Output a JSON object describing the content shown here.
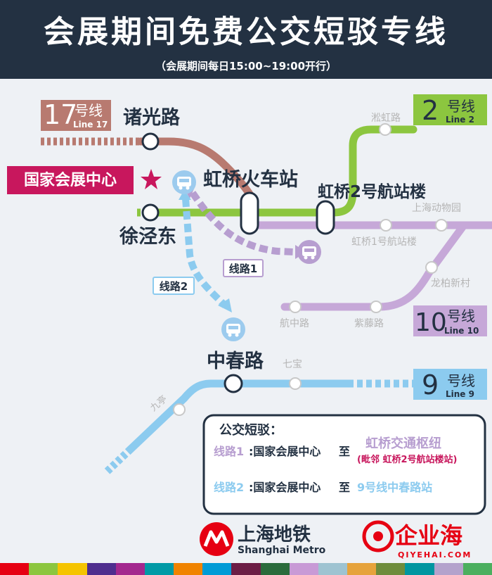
{
  "header": {
    "title": "会展期间免费公交短驳专线",
    "subtitle": "（会展期间每日15:00~19:00开行）"
  },
  "lines": {
    "line17": {
      "num": "17",
      "hao": "号线",
      "en": "Line 17",
      "color": "#b87a70"
    },
    "line2": {
      "num": "2",
      "hao": "号线",
      "en": "Line 2",
      "color": "#8cc63f"
    },
    "line10": {
      "num": "10",
      "hao": "号线",
      "en": "Line 10",
      "color": "#c6a8d8"
    },
    "line9": {
      "num": "9",
      "hao": "号线",
      "en": "Line 9",
      "color": "#8ccbef"
    }
  },
  "stations": {
    "zhuguanglu": "诸光路",
    "hongqiao_rail": "虹桥火车站",
    "hongqiao_t2": "虹桥2号航站楼",
    "xujingdong": "徐泾东",
    "songhonglu": "淞虹路",
    "zoo": "上海动物园",
    "hongqiao_t1": "虹桥1号航站楼",
    "longbai": "龙柏新村",
    "hangzhonglu": "航中路",
    "zitenglu": "紫藤路",
    "zhongchunlu": "中春路",
    "qibao": "七宝",
    "jiuting": "九亭"
  },
  "expo_center": "国家会展中心",
  "routes": {
    "route1_tag": "线路1",
    "route2_tag": "线路2"
  },
  "legend": {
    "title": "公交短驳：",
    "r1_name": "线路1",
    "r1_from": ":国家会展中心",
    "r1_to_word": "至",
    "r1_dest": "虹桥交通枢纽",
    "r1_note": "(毗邻 虹桥2号航站楼站)",
    "r2_name": "线路2",
    "r2_from": ":国家会展中心",
    "r2_to_word": "至",
    "r2_dest": "9号线中春路站"
  },
  "footer": {
    "metro_cn": "上海地铁",
    "metro_en": "Shanghai Metro",
    "brand_cn": "企业海",
    "brand_url": "QIYEHAI.COM"
  },
  "colors": {
    "header_bg": "#233142",
    "expo_pink": "#c8175d",
    "route1": "#b79ed0",
    "route2": "#8ccbef",
    "legend_border": "#233142",
    "metro_red": "#e60012",
    "brand_red": "#e60012"
  },
  "stripe_colors": [
    "#e60012",
    "#8cc63f",
    "#f5c400",
    "#4f2e8e",
    "#a3288e",
    "#009aa6",
    "#f08300",
    "#009bd6",
    "#6c1d45",
    "#2a6b3c",
    "#c89ad6",
    "#9ec3d1",
    "#e6a33c",
    "#6e8c3c",
    "#0096a0",
    "#b4a2cc",
    "#4baf5f"
  ]
}
